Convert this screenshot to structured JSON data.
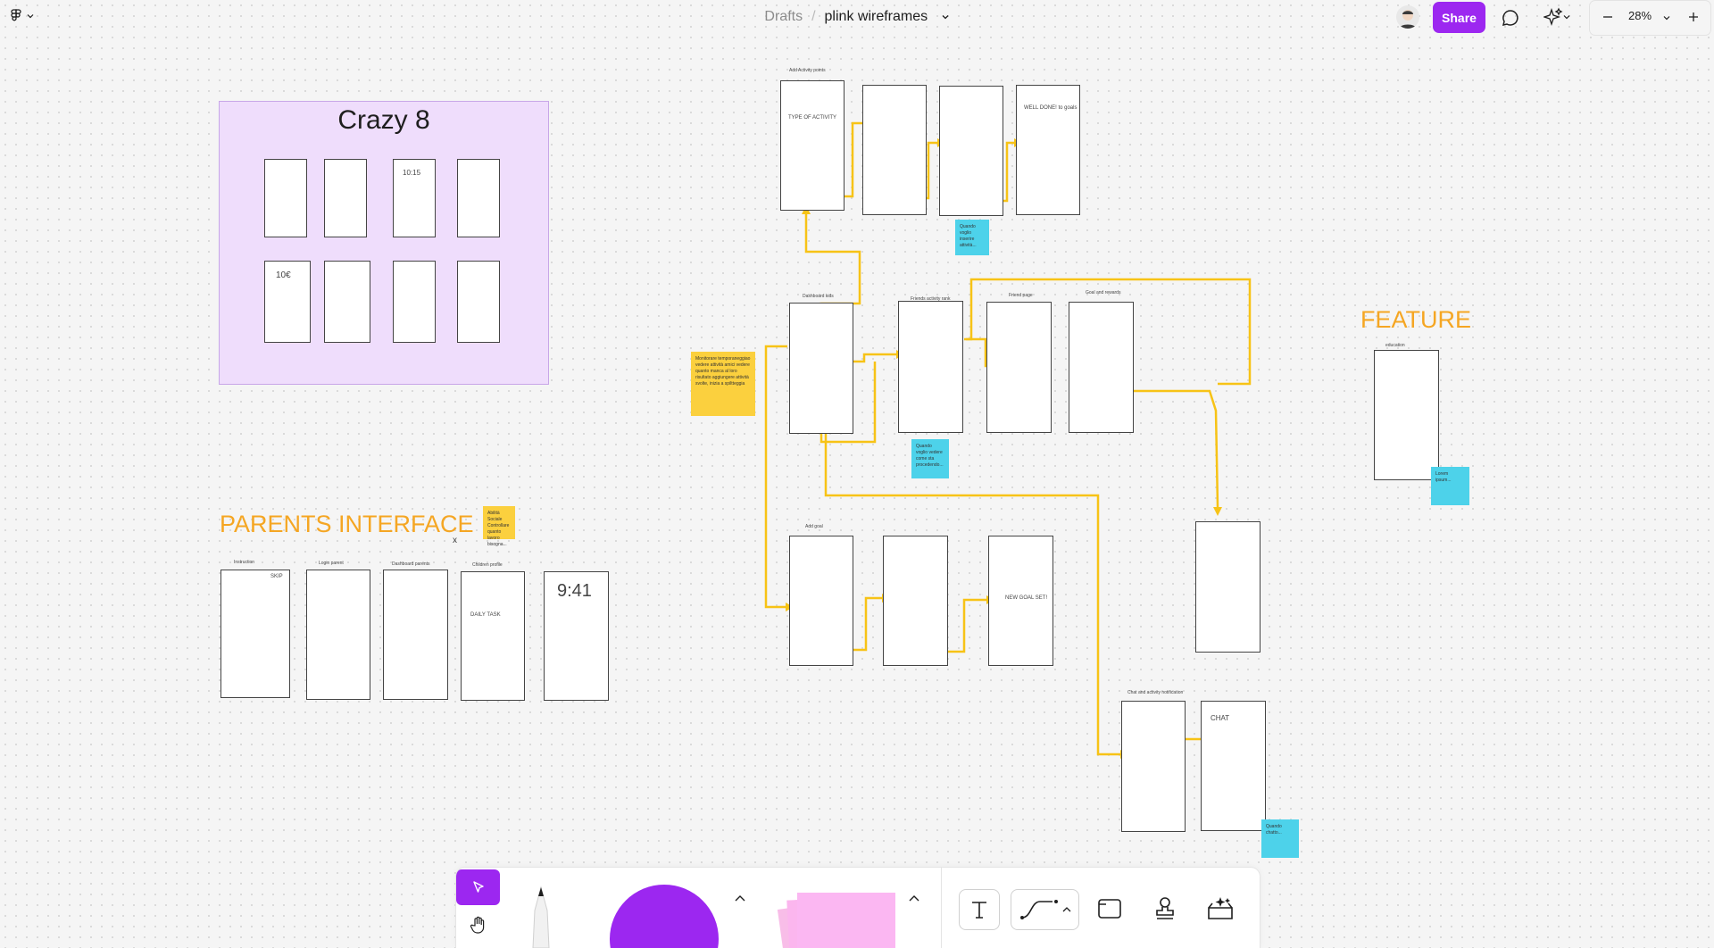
{
  "header": {
    "breadcrumb_parent": "Drafts",
    "breadcrumb_separator": "/",
    "file_name": "plink wireframes",
    "share_label": "Share",
    "zoom": "28%"
  },
  "colors": {
    "accent": "#9c27f0",
    "section_title": "#f5a623",
    "sticky_yellow": "#fbd03e",
    "sticky_cyan": "#4dd2ea",
    "crazy8_bg": "#efddfc"
  },
  "board": {
    "crazy8_title": "Crazy 8",
    "parents_title": "PARENTS INTERFACE",
    "feature_title": "FEATURE",
    "labels": {
      "add_activity": "Add Activity points",
      "dashboard_kids": "Dashboard kids",
      "friends_activity": "Friends activity rank",
      "friend_page": "Friend page",
      "goal_rewards": "Goal and rewards",
      "add_goal": "Add goal",
      "chat_activity": "Chat and activity notification",
      "education": "education",
      "instruction": "Instruction",
      "login_parent": "Login parent",
      "dashboard_parents": "Dashboard parents",
      "children_profile": "Children profile",
      "close_mark": "x"
    },
    "sticky_notes": {
      "yellow_main": "Monitorare temporaneggiao vedere attività amici vedere quanto manca al loro risultato aggiungere attività svolte, inizia a spiltteggia",
      "yellow_parents": "Abilità Sociale Controllare quanto lavoro bisogna...",
      "cyan_1": "Quando voglio inserire attività...",
      "cyan_2": "Quando voglio vedere come sta procedendo...",
      "cyan_3": "Lorem ipsum...",
      "cyan_4": "Quando chatto..."
    },
    "sketch_text": {
      "time": "10:15",
      "price": "10€",
      "clock": "9:41",
      "well_done": "WELL DONE! to goals",
      "type_activity": "TYPE OF ACTIVITY",
      "new_goal": "NEW GOAL SET!",
      "chat": "CHAT",
      "daily_task": "DAILY TASK",
      "skip": "SKIP"
    }
  },
  "toolbar": {
    "tools": [
      "move",
      "hand",
      "pencil",
      "shape",
      "sticky",
      "text",
      "connector",
      "section",
      "stamp",
      "actions"
    ]
  }
}
